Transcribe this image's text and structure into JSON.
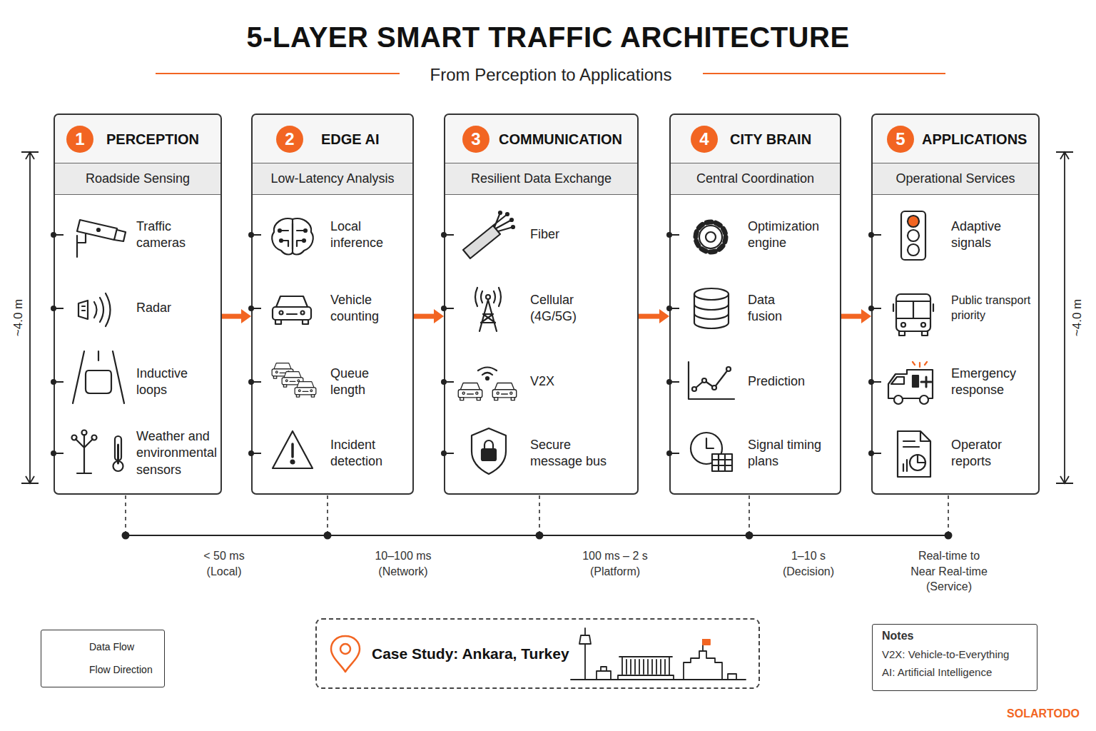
{
  "diagram": {
    "title": "5-LAYER SMART TRAFFIC ARCHITECTURE",
    "nodes": [
      {
        "text": [
          "PERCEPTION",
          "Traffic cameras",
          "Radar",
          "Inductive loops",
          "Weather and environmental sensors"
        ]
      },
      {
        "text": [
          "1"
        ],
        "in": 0
      },
      {
        "text": [
          "Roadside Sensing"
        ],
        "in": 0
      },
      {
        "text": [
          "EDGE AI",
          "Local inference",
          "Vehicle counting",
          "Queue length",
          "Incident detection"
        ]
      },
      {
        "text": [
          "2"
        ],
        "in": 3
      },
      {
        "text": [
          "Low-Latency Analysis"
        ],
        "in": 3
      },
      {
        "text": [
          "COMMUNICATION",
          "Fiber",
          "Cellular (4G/5G)",
          "V2X",
          "Secure message bus"
        ]
      },
      {
        "text": [
          "3"
        ],
        "in": 6
      },
      {
        "text": [
          "Resilient Data Exchange"
        ],
        "in": 6
      },
      {
        "text": [
          "CITY BRAIN",
          "Optimization engine",
          "Data fusion",
          "Prediction",
          "Signal timing plans"
        ]
      },
      {
        "text": [
          "4"
        ],
        "in": 9
      },
      {
        "text": [
          "Central Coordination"
        ],
        "in": 9
      },
      {
        "text": [
          "APPLICATIONS",
          "Adaptive signals",
          "Public transport priority",
          "Emergency response",
          "Operator reports"
        ]
      },
      {
        "text": [
          "5"
        ],
        "in": 12
      },
      {
        "text": [
          "Operational Services"
        ],
        "in": 12
      },
      {
        "text": [
          "Case Study: Ankara, Turkey"
        ]
      },
      {
        "text": [
          "Notes",
          "V2X: Vehicle-to-Everything",
          "AI: Artificial Intelligence"
        ]
      }
    ],
    "edges": [
      {
        "from": 0,
        "to": 3,
        "arrow": "to"
      },
      {
        "from": 3,
        "to": 6,
        "arrow": "to"
      },
      {
        "from": 6,
        "to": 9,
        "arrow": "to"
      },
      {
        "from": 9,
        "to": 12,
        "arrow": "to"
      }
    ],
    "labels": [
      "From Perception to Applications",
      "~4.0 m",
      "~4.0 m",
      "< 50 ms (Local)",
      "10–100 ms (Network)",
      "100 ms – 2 s (Platform)",
      "1–10 s (Decision)",
      "Real-time to Near Real-time (Service)",
      "SOLARTODO"
    ],
    "legend": [
      {
        "text": "Data Flow"
      },
      {
        "text": "Flow Direction"
      }
    ]
  }
}
